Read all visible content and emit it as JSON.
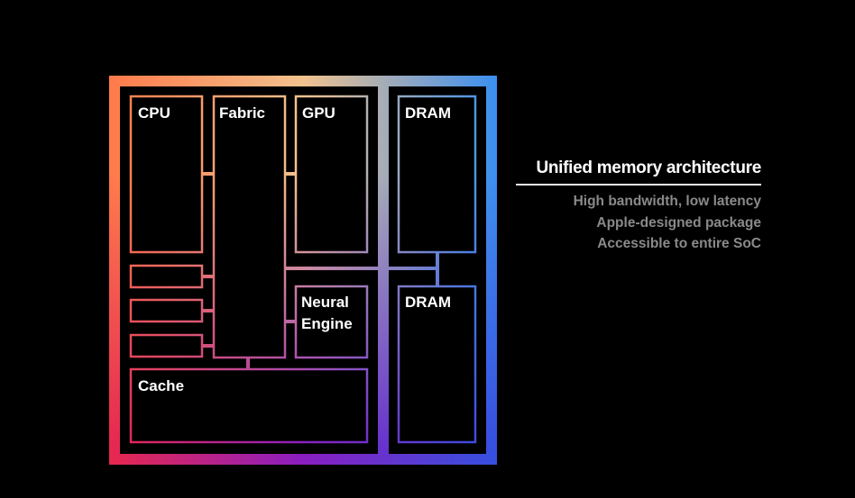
{
  "diagram": {
    "blocks": {
      "cpu": "CPU",
      "fabric": "Fabric",
      "gpu": "GPU",
      "dram_top": "DRAM",
      "neural_engine_line1": "Neural",
      "neural_engine_line2": "Engine",
      "dram_bottom": "DRAM",
      "cache": "Cache"
    },
    "colors": {
      "frame_gradient": [
        "#ff7a4a",
        "#f4c08a",
        "#3a8ff0",
        "#c02060",
        "#6a1ec8",
        "#2f5de8"
      ],
      "background": "#000000"
    }
  },
  "side_panel": {
    "title": "Unified memory architecture",
    "lines": [
      "High bandwidth, low latency",
      "Apple-designed package",
      "Accessible to entire SoC"
    ]
  }
}
